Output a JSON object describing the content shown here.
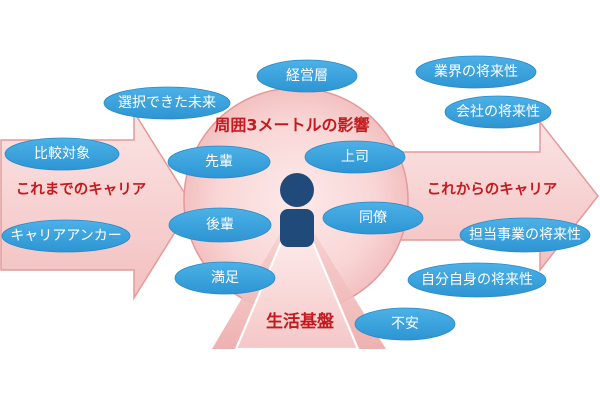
{
  "diagram": {
    "circle_label": "周囲3メートルの影響",
    "past_career_label": "これまでのキャリア",
    "future_career_label": "これからのキャリア",
    "foundation_label": "生活基盤",
    "bubbles": {
      "executives": "経営層",
      "industry_outlook": "業界の将来性",
      "chosen_future": "選択できた未来",
      "company_outlook": "会社の将来性",
      "comparison_target": "比較対象",
      "senior": "先輩",
      "boss": "上司",
      "colleague": "同僚",
      "junior": "後輩",
      "career_anchor": "キャリアアンカー",
      "business_outlook": "担当事業の将来性",
      "satisfaction": "満足",
      "self_outlook": "自分自身の将来性",
      "anxiety": "不安"
    }
  },
  "icons": {
    "center_figure": "person-icon"
  },
  "colors": {
    "label_red": "#c41a1f",
    "bubble_blue": "#2d95d3",
    "person_navy": "#1f4a7a",
    "shape_pink": "#f3c0c0",
    "outline_pink": "#e49a9a"
  }
}
